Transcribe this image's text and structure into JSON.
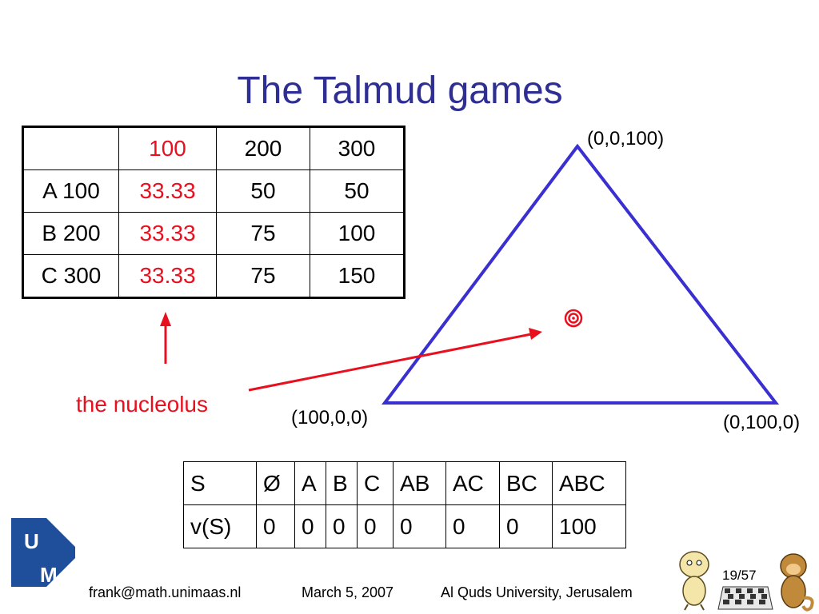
{
  "title": "The Talmud games",
  "table1": {
    "header": [
      "",
      "100",
      "200",
      "300"
    ],
    "rows": [
      [
        "A 100",
        "33.33",
        "50",
        "50"
      ],
      [
        "B 200",
        "33.33",
        "75",
        "100"
      ],
      [
        "C 300",
        "33.33",
        "75",
        "150"
      ]
    ]
  },
  "triangle": {
    "top_label": "(0,0,100)",
    "left_label": "(100,0,0)",
    "right_label": "(0,100,0)"
  },
  "nucleolus_label": "the nucleolus",
  "table2": {
    "rows": [
      [
        "S",
        "Ø",
        "A",
        "B",
        "C",
        "AB",
        "AC",
        "BC",
        "ABC"
      ],
      [
        "v(S)",
        "0",
        "0",
        "0",
        "0",
        "0",
        "0",
        "0",
        "100"
      ]
    ]
  },
  "footer": {
    "email": "frank@math.unimaas.nl",
    "date": "March 5, 2007",
    "venue": "Al Quds University, Jerusalem",
    "page": "19/57"
  },
  "colors": {
    "title": "#2e2e93",
    "highlight": "#e8101e",
    "triangle": "#3a2fd0",
    "logo": "#1f4f9a"
  },
  "logo": {
    "letters": [
      "U",
      "M"
    ]
  }
}
